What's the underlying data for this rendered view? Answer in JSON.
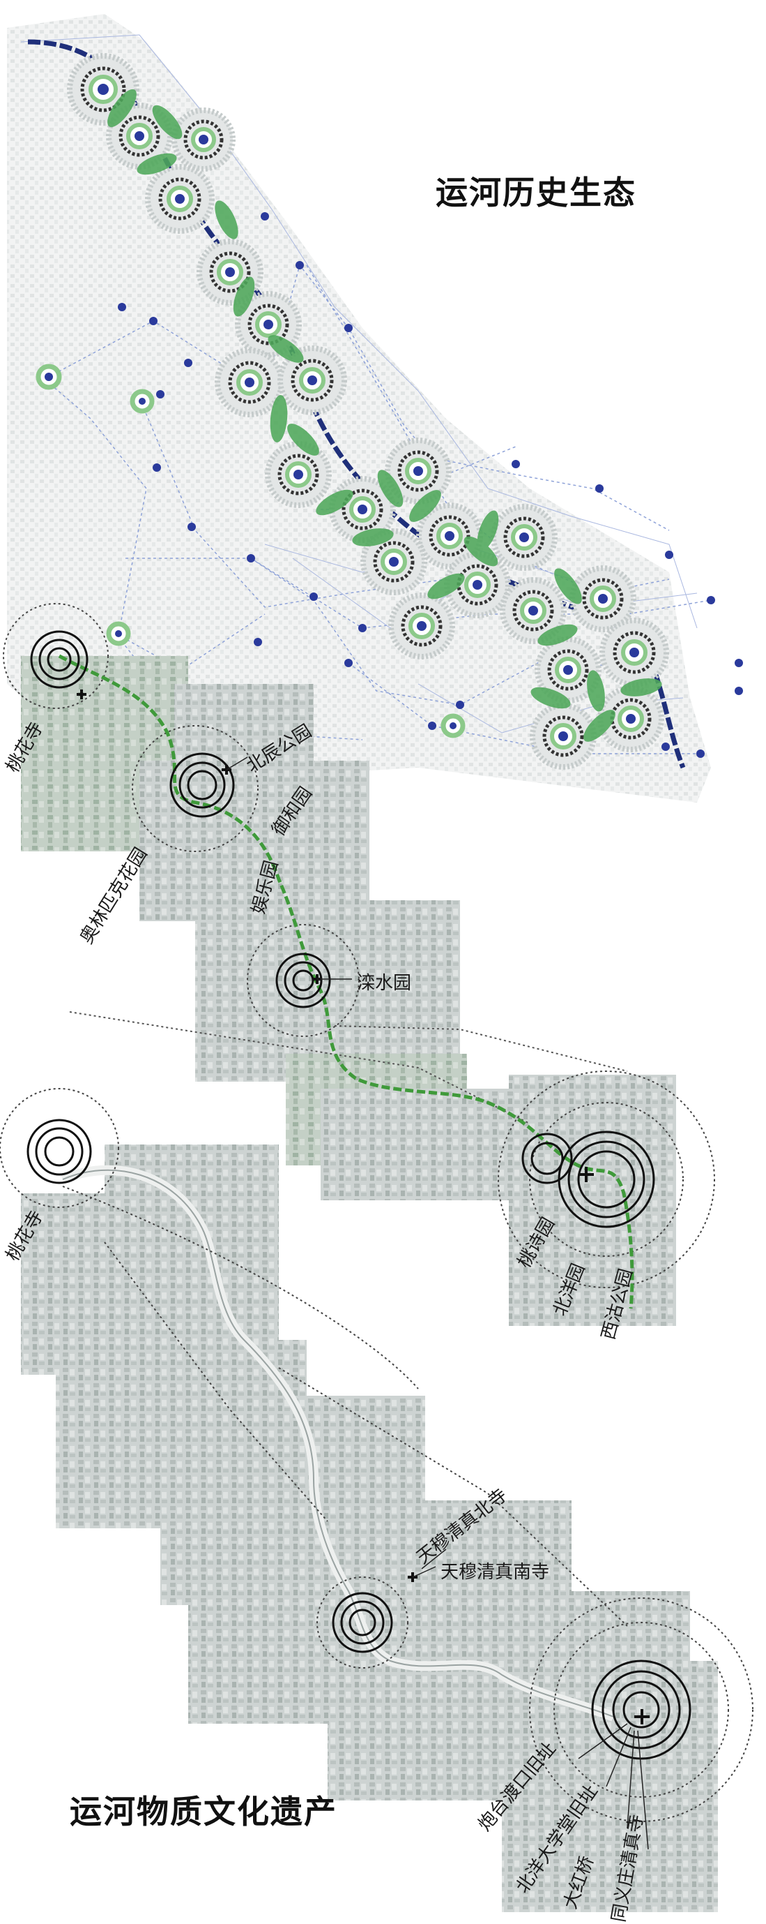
{
  "section_titles": {
    "ecology": "运河历史生态",
    "heritage": "运河物质文化遗产"
  },
  "parks": {
    "taohua_temple": "桃花寺",
    "beichen_park": "北辰公园",
    "yuhe_garden": "御和园",
    "olympic_garden": "奥林匹克花园",
    "jule_garden": "娱乐园",
    "luanshui_garden": "滦水园",
    "taoshi_garden": "桃诗园",
    "beiyang_garden": "北洋园",
    "xigu_park": "西沽公园"
  },
  "heritage_sites": {
    "taohua_temple": "桃花寺",
    "tianmu_north_mosque": "天穆清真北寺",
    "tianmu_south_mosque": "天穆清真南寺",
    "paotai_ferry_site": "炮台渡口旧址",
    "beiyang_university_site": "北洋大学堂旧址",
    "dahong_bridge": "大红桥",
    "tongyizhuang_mosque": "同义庄清真寺"
  },
  "colors": {
    "canal_dark": "#1f2f7a",
    "node_blue": "#2a3a9c",
    "leaf_green": "#4fa85a",
    "ring_green": "#8cc98a",
    "route_green": "#3f9a3a",
    "network_line": "#8ea2d8",
    "map_gray": "#c9cfcf"
  },
  "icons": [
    "ecology-node-icon",
    "heritage-target-icon",
    "leaf-icon",
    "cross-marker-icon"
  ]
}
